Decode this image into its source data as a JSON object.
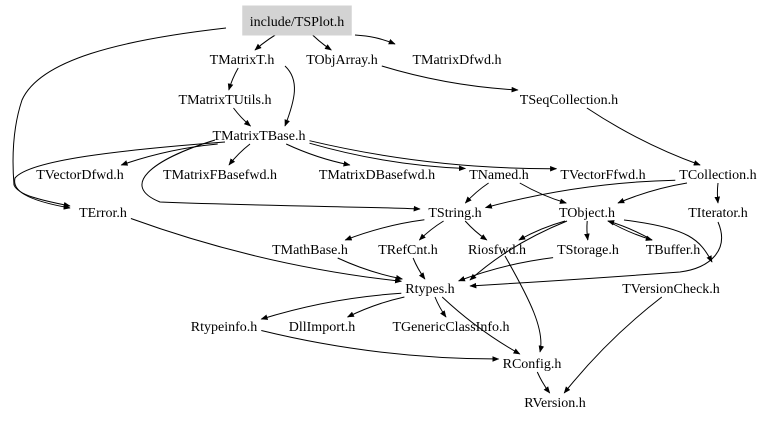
{
  "graph": {
    "nodes": [
      {
        "id": "tsplot",
        "label": "include/TSPlot.h",
        "highlighted": true,
        "color": "#d3d3d3"
      },
      {
        "id": "tmatrixt",
        "label": "TMatrixT.h"
      },
      {
        "id": "tobjarray",
        "label": "TObjArray.h"
      },
      {
        "id": "tmatrixdfwd",
        "label": "TMatrixDfwd.h"
      },
      {
        "id": "tmatrixtutils",
        "label": "TMatrixTUtils.h"
      },
      {
        "id": "tseqcollection",
        "label": "TSeqCollection.h"
      },
      {
        "id": "tmatrixtbase",
        "label": "TMatrixTBase.h"
      },
      {
        "id": "tvectordfwd",
        "label": "TVectorDfwd.h"
      },
      {
        "id": "tmatrixfbasefwd",
        "label": "TMatrixFBasefwd.h"
      },
      {
        "id": "tmatrixdbasefwd",
        "label": "TMatrixDBasefwd.h"
      },
      {
        "id": "tnamed",
        "label": "TNamed.h"
      },
      {
        "id": "tvectorffwd",
        "label": "TVectorFfwd.h"
      },
      {
        "id": "tcollection",
        "label": "TCollection.h"
      },
      {
        "id": "terror",
        "label": "TError.h"
      },
      {
        "id": "tstring",
        "label": "TString.h"
      },
      {
        "id": "tobject",
        "label": "TObject.h"
      },
      {
        "id": "titerator",
        "label": "TIterator.h"
      },
      {
        "id": "tmathbase",
        "label": "TMathBase.h"
      },
      {
        "id": "trefcnt",
        "label": "TRefCnt.h"
      },
      {
        "id": "riosfwd",
        "label": "Riosfwd.h"
      },
      {
        "id": "tstorage",
        "label": "TStorage.h"
      },
      {
        "id": "tbuffer",
        "label": "TBuffer.h"
      },
      {
        "id": "rtypes",
        "label": "Rtypes.h"
      },
      {
        "id": "tversioncheck",
        "label": "TVersionCheck.h"
      },
      {
        "id": "rtypeinfo",
        "label": "Rtypeinfo.h"
      },
      {
        "id": "dllimport",
        "label": "DllImport.h"
      },
      {
        "id": "tgenericclassinfo",
        "label": "TGenericClassInfo.h"
      },
      {
        "id": "rconfig",
        "label": "RConfig.h"
      },
      {
        "id": "rversion",
        "label": "RVersion.h"
      }
    ],
    "edges": [
      {
        "from": "tsplot",
        "to": "tmatrixt"
      },
      {
        "from": "tsplot",
        "to": "tobjarray"
      },
      {
        "from": "tsplot",
        "to": "tmatrixdfwd"
      },
      {
        "from": "tsplot",
        "to": "terror"
      },
      {
        "from": "tmatrixt",
        "to": "tmatrixtutils"
      },
      {
        "from": "tmatrixt",
        "to": "tmatrixtbase"
      },
      {
        "from": "tobjarray",
        "to": "tseqcollection"
      },
      {
        "from": "tmatrixtutils",
        "to": "tmatrixtbase"
      },
      {
        "from": "tseqcollection",
        "to": "tcollection"
      },
      {
        "from": "tmatrixtbase",
        "to": "tvectordfwd"
      },
      {
        "from": "tmatrixtbase",
        "to": "tmatrixfbasefwd"
      },
      {
        "from": "tmatrixtbase",
        "to": "tmatrixdbasefwd"
      },
      {
        "from": "tmatrixtbase",
        "to": "tnamed"
      },
      {
        "from": "tmatrixtbase",
        "to": "tvectorffwd"
      },
      {
        "from": "tmatrixtbase",
        "to": "terror"
      },
      {
        "from": "tmatrixtbase",
        "to": "tstring"
      },
      {
        "from": "tnamed",
        "to": "tstring"
      },
      {
        "from": "tnamed",
        "to": "tobject"
      },
      {
        "from": "tcollection",
        "to": "tstring"
      },
      {
        "from": "tcollection",
        "to": "tobject"
      },
      {
        "from": "tcollection",
        "to": "titerator"
      },
      {
        "from": "terror",
        "to": "rtypes"
      },
      {
        "from": "tstring",
        "to": "tmathbase"
      },
      {
        "from": "tstring",
        "to": "trefcnt"
      },
      {
        "from": "tstring",
        "to": "riosfwd"
      },
      {
        "from": "tobject",
        "to": "riosfwd"
      },
      {
        "from": "tobject",
        "to": "tstorage"
      },
      {
        "from": "tobject",
        "to": "tbuffer"
      },
      {
        "from": "tobject",
        "to": "tversioncheck"
      },
      {
        "from": "tobject",
        "to": "rtypes"
      },
      {
        "from": "titerator",
        "to": "rtypes"
      },
      {
        "from": "tmathbase",
        "to": "rtypes"
      },
      {
        "from": "trefcnt",
        "to": "rtypes"
      },
      {
        "from": "tstorage",
        "to": "rtypes"
      },
      {
        "from": "tbuffer",
        "to": "tobject"
      },
      {
        "from": "riosfwd",
        "to": "rconfig"
      },
      {
        "from": "rtypes",
        "to": "rtypeinfo"
      },
      {
        "from": "rtypes",
        "to": "dllimport"
      },
      {
        "from": "rtypes",
        "to": "tgenericclassinfo"
      },
      {
        "from": "rtypes",
        "to": "rconfig"
      },
      {
        "from": "rtypeinfo",
        "to": "rconfig"
      },
      {
        "from": "tversioncheck",
        "to": "rversion"
      },
      {
        "from": "rconfig",
        "to": "rversion"
      }
    ]
  }
}
